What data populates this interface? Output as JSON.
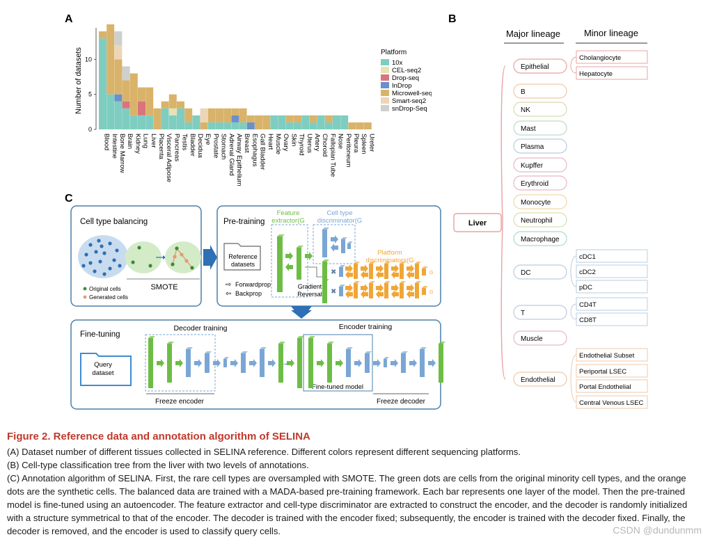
{
  "figure": {
    "panel_a_label": "A",
    "panel_b_label": "B",
    "panel_c_label": "C"
  },
  "chart_data": {
    "type": "bar",
    "stacked": true,
    "title": "",
    "xlabel": "",
    "ylabel": "Number of datasets",
    "ylim": [
      0,
      15
    ],
    "yticks": [
      0,
      5,
      10
    ],
    "grid": false,
    "legend_title": "Platform",
    "legend_position": "right",
    "categories": [
      "Blood",
      "Intestine",
      "Bone Marrow",
      "Brain",
      "Kidney",
      "Lung",
      "Liver",
      "Placenta",
      "Visceral Adipose",
      "Pancreas",
      "Testis",
      "Bladder",
      "Decidua",
      "Eye",
      "Prostate",
      "Stomach",
      "Adrenal Gland",
      "Airway Epithelium",
      "Breast",
      "Esophagus",
      "Gall Bladder",
      "Heart",
      "Muscle",
      "Ovary",
      "Skin",
      "Thyroid",
      "Uterus",
      "Artery",
      "Choroid",
      "Fallopian Tube",
      "Nose",
      "Peritoneum",
      "Pleura",
      "Spleen",
      "Ureter"
    ],
    "series": [
      {
        "name": "10x",
        "color": "#7fcdc1",
        "values": [
          13,
          5,
          4,
          3,
          2,
          2,
          2,
          0,
          3,
          2,
          3,
          1,
          2,
          0,
          1,
          1,
          1,
          1,
          1,
          0,
          0,
          0,
          2,
          2,
          1,
          1,
          2,
          1,
          2,
          1,
          2,
          2,
          0,
          0,
          0
        ]
      },
      {
        "name": "CEL-seq2",
        "color": "#e6e2b4",
        "values": [
          0,
          0,
          0,
          0,
          0,
          0,
          0,
          0,
          0,
          1,
          0,
          0,
          0,
          0,
          0,
          0,
          0,
          0,
          0,
          0,
          0,
          0,
          0,
          0,
          0,
          0,
          0,
          0,
          0,
          0,
          0,
          0,
          0,
          0,
          0
        ]
      },
      {
        "name": "Drop-seq",
        "color": "#d9747f",
        "values": [
          0,
          0,
          0,
          1,
          0,
          2,
          0,
          0,
          0,
          0,
          0,
          0,
          0,
          0,
          0,
          0,
          0,
          0,
          0,
          0,
          0,
          0,
          0,
          0,
          0,
          0,
          0,
          0,
          0,
          0,
          0,
          0,
          0,
          0,
          0
        ]
      },
      {
        "name": "InDrop",
        "color": "#6b8fc9",
        "values": [
          0,
          0,
          1,
          0,
          0,
          0,
          0,
          0,
          0,
          0,
          0,
          0,
          0,
          0,
          0,
          0,
          0,
          1,
          0,
          1,
          0,
          0,
          0,
          0,
          0,
          0,
          0,
          0,
          0,
          0,
          0,
          0,
          0,
          0,
          0
        ]
      },
      {
        "name": "Microwell-seq",
        "color": "#d9b36a",
        "values": [
          1,
          10,
          5,
          3,
          6,
          2,
          4,
          3,
          1,
          2,
          1,
          2,
          0,
          1,
          2,
          2,
          2,
          1,
          2,
          1,
          2,
          2,
          0,
          0,
          1,
          1,
          0,
          1,
          0,
          1,
          0,
          0,
          1,
          1,
          1
        ]
      },
      {
        "name": "Smart-seq2",
        "color": "#ecd6b6",
        "values": [
          0,
          0,
          2,
          0,
          0,
          0,
          0,
          0,
          0,
          0,
          0,
          0,
          0,
          2,
          0,
          0,
          0,
          0,
          0,
          0,
          0,
          0,
          0,
          0,
          0,
          0,
          0,
          0,
          0,
          0,
          0,
          0,
          0,
          0,
          0
        ]
      },
      {
        "name": "snDrop-Seq",
        "color": "#cfcfcf",
        "values": [
          0,
          0,
          2,
          2,
          0,
          0,
          0,
          0,
          0,
          0,
          0,
          0,
          0,
          0,
          0,
          0,
          0,
          0,
          0,
          0,
          0,
          0,
          0,
          0,
          0,
          0,
          0,
          0,
          0,
          0,
          0,
          0,
          0,
          0,
          0
        ]
      }
    ]
  },
  "tree": {
    "major_header": "Major lineage",
    "minor_header": "Minor lineage",
    "root": "Liver",
    "root_color": "#e8a3a0",
    "major": [
      {
        "label": "Epithelial",
        "color": "#e8a3a0",
        "minor": [
          "Cholangiocyte",
          "Hepatocyte"
        ]
      },
      {
        "label": "B",
        "color": "#f0c8a8",
        "minor": []
      },
      {
        "label": "NK",
        "color": "#d6dcae",
        "minor": []
      },
      {
        "label": "Mast",
        "color": "#b8dcc8",
        "minor": []
      },
      {
        "label": "Plasma",
        "color": "#b8cce0",
        "minor": []
      },
      {
        "label": "Kupffer",
        "color": "#e6b8c2",
        "minor": []
      },
      {
        "label": "Erythroid",
        "color": "#e6b8c2",
        "minor": []
      },
      {
        "label": "Monocyte",
        "color": "#f0d6a8",
        "minor": []
      },
      {
        "label": "Neutrophil",
        "color": "#d6e0b0",
        "minor": []
      },
      {
        "label": "Macrophage",
        "color": "#a8dcc8",
        "minor": []
      },
      {
        "label": "DC",
        "color": "#b8cce0",
        "minor": [
          "cDC1",
          "cDC2",
          "pDC"
        ]
      },
      {
        "label": "T",
        "color": "#b8cce0",
        "minor": [
          "CD4T",
          "CD8T"
        ]
      },
      {
        "label": "Muscle",
        "color": "#e6b8c2",
        "minor": []
      },
      {
        "label": "Endothelial",
        "color": "#f0c8a8",
        "minor": [
          "Endothelial Subset",
          "Periportal LSEC",
          "Portal Endothelial",
          "Central Venous LSEC"
        ]
      }
    ]
  },
  "diagram": {
    "balancing_title": "Cell type balancing",
    "smote_label": "SMOTE",
    "legend_original": "Original cells",
    "legend_generated": "Generated cells",
    "pretraining_title": "Pre-training",
    "feature_extractor": "Feature",
    "feature_extractor_2": "extractor(G",
    "cell_type_disc": "Cell type",
    "cell_type_disc_2": "discriminator(G",
    "platform_disc": "Platform",
    "platform_disc_2": "discriminators(G",
    "reference_datasets_1": "Reference",
    "reference_datasets_2": "datasets",
    "forwardprop": "Forwardprop",
    "backprop": "Backprop",
    "gradient_reversal_1": "Gradient",
    "gradient_reversal_2": "Reversal",
    "finetuning_title": "Fine-tuning",
    "decoder_training": "Decoder training",
    "encoder_training": "Encoder training",
    "query_dataset_1": "Query",
    "query_dataset_2": "dataset",
    "freeze_encoder": "Freeze encoder",
    "freeze_decoder": "Freeze decoder",
    "finetuned_model": "Fine-tuned model",
    "colors": {
      "green": "#6dbd45",
      "blue": "#7aa6d4",
      "orange": "#f0a637",
      "panel_border": "#4a7fa8",
      "arrow": "#2e6fb5"
    }
  },
  "caption": {
    "title": "Figure 2. Reference data and annotation algorithm of SELINA",
    "a": "(A) Dataset number of different tissues collected in SELINA reference. Different colors represent different sequencing platforms.",
    "b": "(B) Cell-type classification tree from the liver with two levels of annotations.",
    "c": "(C) Annotation algorithm of SELINA. First, the rare cell types are oversampled with SMOTE. The green dots are cells from the original minority cell types, and the orange dots are the synthetic cells. The balanced data are trained with a MADA-based pre-training framework. Each bar represents one layer of the model. Then the pre-trained model is fine-tuned using an autoencoder. The feature extractor and cell-type discriminator are extracted to construct the encoder, and the decoder is randomly initialized with a structure symmetrical to that of the encoder. The decoder is trained with the encoder fixed; subsequently, the encoder is trained with the decoder fixed. Finally, the decoder is removed, and the encoder is used to classify query cells."
  },
  "watermark": "CSDN @dundunmm"
}
